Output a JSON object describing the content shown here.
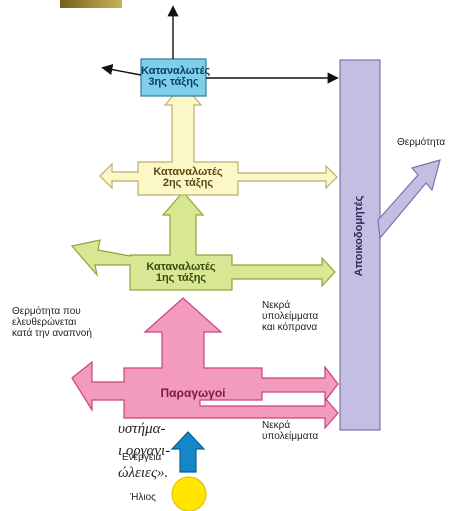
{
  "colors": {
    "pink": "#f29bbd",
    "pink_stroke": "#c8437a",
    "green": "#d8e793",
    "green_stroke": "#8fa435",
    "cream": "#fbf7c6",
    "cream_stroke": "#b9b06a",
    "cyan": "#7fcfe8",
    "cyan_stroke": "#2b7ea0",
    "lavender": "#c4bfe2",
    "lavender_stroke": "#7a72ae",
    "blue_arrow": "#1387c8",
    "sun": "#ffe500"
  },
  "nodes": {
    "consumers3": {
      "line1": "Καταναλωτές",
      "line2": "3ης τάξης"
    },
    "consumers2": {
      "line1": "Καταναλωτές",
      "line2": "2ης τάξης"
    },
    "consumers1": {
      "line1": "Καταναλωτές",
      "line2": "1ης τάξης"
    },
    "producers": {
      "label": "Παραγωγοί"
    },
    "decomposers": {
      "label": "Αποικοδομητές"
    }
  },
  "labels": {
    "heat_right": "Θερμότητα",
    "heat_released": [
      "Θερμότητα που",
      "ελευθερώνεται",
      "κατά την αναπνοή"
    ],
    "dead_remains_excrement": [
      "Νεκρά",
      "υπολείμματα",
      "και κόπρανα"
    ],
    "dead_remains": [
      "Νεκρά",
      "υπολείμματα"
    ],
    "energy": "Ενέργεια",
    "sun": "Ήλιος"
  },
  "side_text": [
    "υστήμα-",
    "ι οργανι-",
    "ώλειες»."
  ]
}
